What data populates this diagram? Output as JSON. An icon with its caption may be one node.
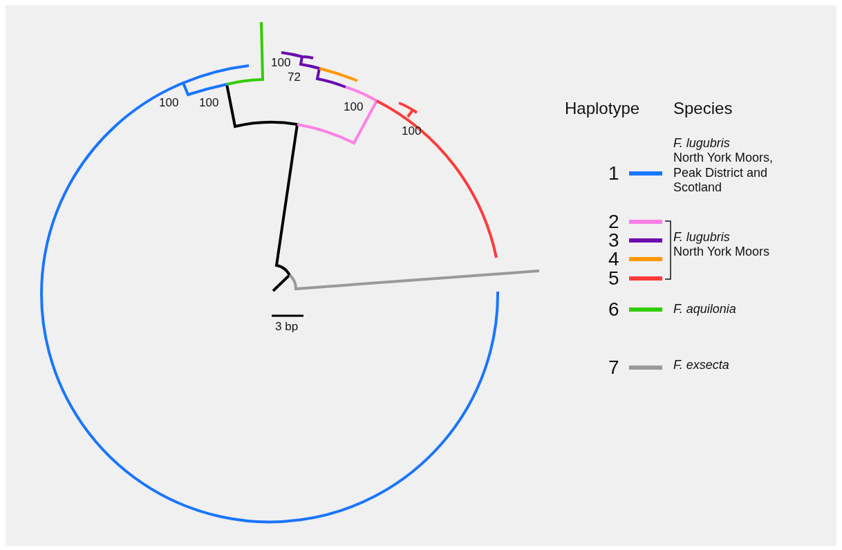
{
  "diagram": {
    "labels": [
      "100",
      "100",
      "100",
      "72",
      "100",
      "100",
      "3 bp",
      "Haplotype",
      "Species",
      "F. lugubris",
      "North York Moors, Peak District and Scotland",
      "F. lugubris",
      "North York Moors",
      "F. aquilonia",
      "F. exsecta"
    ],
    "legend": [
      {
        "text": "1",
        "color": "#1a75ff"
      },
      {
        "text": "2",
        "color": "#ff80e6"
      },
      {
        "text": "3",
        "color": "#6a0dad"
      },
      {
        "text": "4",
        "color": "#ff9900"
      },
      {
        "text": "5",
        "color": "#ff3b3b"
      },
      {
        "text": "6",
        "color": "#33cc00"
      },
      {
        "text": "7",
        "color": "#999999"
      }
    ]
  }
}
